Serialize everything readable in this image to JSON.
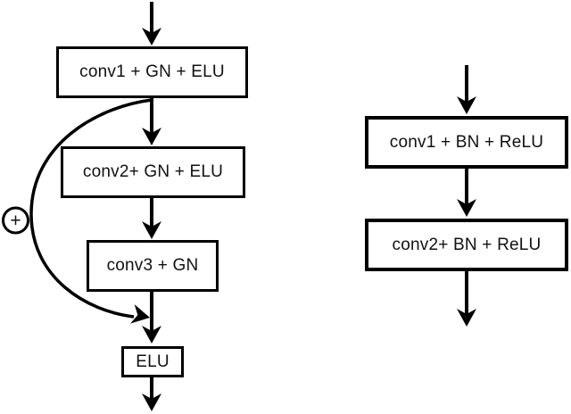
{
  "colors": {
    "background": "#ffffff",
    "ink": "#000000"
  },
  "left_diagram": {
    "boxes": {
      "conv1": "conv1 + GN + ELU",
      "conv2": "conv2+ GN + ELU",
      "conv3": "conv3 + GN",
      "elu": "ELU"
    },
    "sum_symbol": "+"
  },
  "right_diagram": {
    "boxes": {
      "conv1": "conv1 + BN + ReLU",
      "conv2": "conv2+ BN + ReLU"
    }
  }
}
